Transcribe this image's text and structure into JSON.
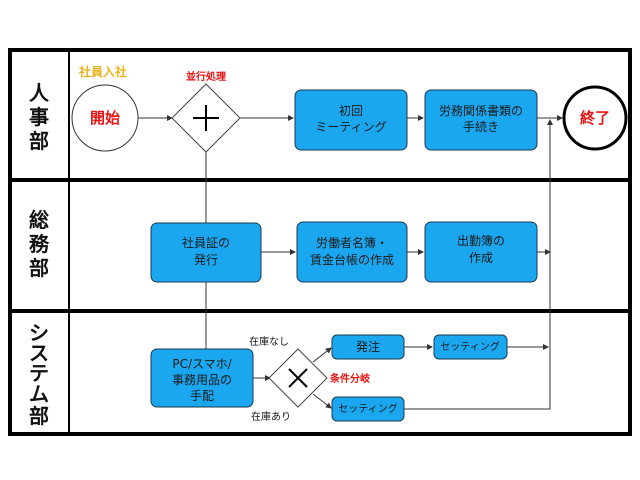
{
  "lanes": [
    {
      "label": "人事部",
      "chars": [
        "人",
        "事",
        "部"
      ]
    },
    {
      "label": "総務部",
      "chars": [
        "総",
        "務",
        "部"
      ]
    },
    {
      "label": "システム部",
      "chars": [
        "シ",
        "ス",
        "テ",
        "ム",
        "部"
      ]
    }
  ],
  "annotations": {
    "event_label": "社員入社",
    "parallel_label": "並行処理",
    "conditional_label": "条件分岐",
    "no_stock": "在庫なし",
    "in_stock": "在庫あり"
  },
  "events": {
    "start": "開始",
    "end": "終了"
  },
  "tasks": {
    "first_meeting": [
      "初回",
      "ミーティング"
    ],
    "labor_docs": [
      "労務関係書類の",
      "手続き"
    ],
    "id_card": [
      "社員証の",
      "発行"
    ],
    "worker_roster": [
      "労働者名簿・",
      "賃金台帳の作成"
    ],
    "attendance": [
      "出勤簿の",
      "作成"
    ],
    "equipment": [
      "PC/スマホ/",
      "事務用品の",
      "手配"
    ],
    "order": "発注",
    "setup_after_order": "セッティング",
    "setup_in_stock": "セッティング"
  },
  "colors": {
    "task_fill": "#1aa7ef",
    "task_stroke": "#1a3b52",
    "accent_red": "#e81515",
    "accent_gold": "#e8b41e"
  }
}
